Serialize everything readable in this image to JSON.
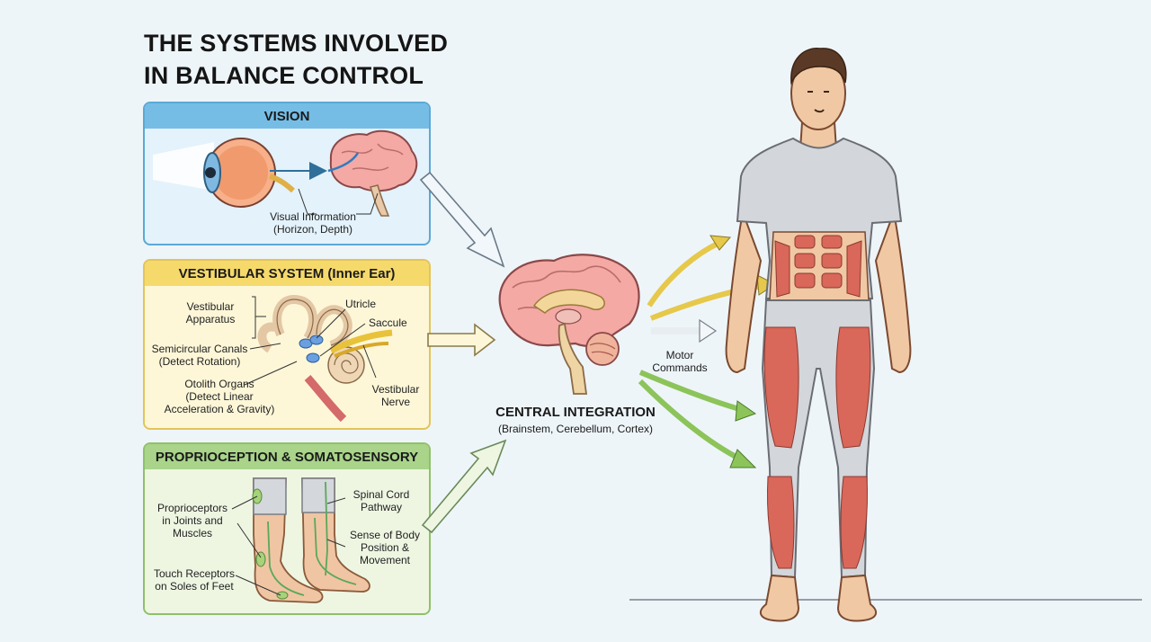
{
  "title_line1": "THE SYSTEMS INVOLVED",
  "title_line2": "IN BALANCE CONTROL",
  "vision": {
    "header": "VISION",
    "label_line1": "Visual Information",
    "label_line2": "(Horizon, Depth)"
  },
  "vestibular": {
    "header": "VESTIBULAR SYSTEM (Inner Ear)",
    "apparatus_line1": "Vestibular",
    "apparatus_line2": "Apparatus",
    "utricle": "Utricle",
    "saccule": "Saccule",
    "canals_line1": "Semicircular Canals",
    "canals_line2": "(Detect Rotation)",
    "otolith_line1": "Otolith Organs",
    "otolith_line2": "(Detect Linear",
    "otolith_line3": "Acceleration & Gravity)",
    "nerve_line1": "Vestibular",
    "nerve_line2": "Nerve"
  },
  "proprioception": {
    "header": "PROPRIOCEPTION & SOMATOSENSORY",
    "proprio_line1": "Proprioceptors",
    "proprio_line2": "in Joints and",
    "proprio_line3": "Muscles",
    "spinal_line1": "Spinal Cord",
    "spinal_line2": "Pathway",
    "sense_line1": "Sense of Body",
    "sense_line2": "Position &",
    "sense_line3": "Movement",
    "touch_line1": "Touch Receptors",
    "touch_line2": "on Soles of Feet"
  },
  "central": {
    "title": "CENTRAL INTEGRATION",
    "subtitle": "(Brainstem, Cerebellum, Cortex)"
  },
  "motor_line1": "Motor",
  "motor_line2": "Commands",
  "colors": {
    "vision": "#76bde6",
    "vestibular": "#f5d96b",
    "proprioception": "#a9d48a",
    "brain": "#f2a7a0",
    "muscle": "#d9675a",
    "shirt": "#d3d6da",
    "skin": "#f1c8a4"
  }
}
